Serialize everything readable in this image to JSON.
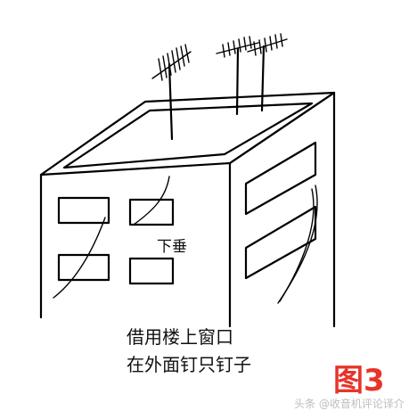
{
  "labels": {
    "droop": "下垂",
    "caption_line1": "借用楼上窗口",
    "caption_line2": "在外面钉只钉子"
  },
  "figure_label": "图3",
  "watermark": "头条 @收音机评论译介",
  "colors": {
    "ink": "#000000",
    "figure_label": "#e8342a",
    "watermark": "#bdbdbd"
  }
}
